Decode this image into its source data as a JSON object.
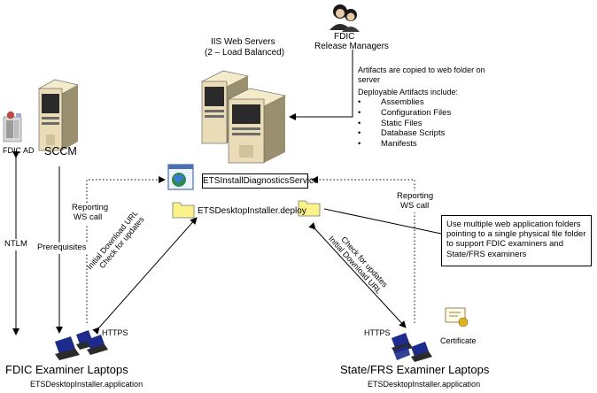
{
  "servers": {
    "iis_line1": "IIS Web Servers",
    "iis_line2": "(2 – Load Balanced)",
    "sccm": "SCCM",
    "fdic_ad": "FDIC AD"
  },
  "release_managers": {
    "line1": "FDIC",
    "line2": "Release Managers"
  },
  "artifacts": {
    "copied_line1": "Artifacts are copied to web folder on",
    "copied_line2": "server",
    "heading": "Deployable Artifacts include:",
    "items": [
      "Assemblies",
      "Configuration Files",
      "Static Files",
      "Database Scripts",
      "Manifests"
    ]
  },
  "service": {
    "name": "ETSInstallDiagnosticsService",
    "deploy_folder": "ETSDesktopInstaller.deploy"
  },
  "connections": {
    "reporting_left_1": "Reporting",
    "reporting_left_2": "WS call",
    "reporting_right_1": "Reporting",
    "reporting_right_2": "WS call",
    "ntlm": "NTLM",
    "prerequisites": "Prerequisites",
    "left_diag_1": "Initial Download URL",
    "left_diag_2": "Check for updates",
    "right_diag_1": "Check for updates",
    "right_diag_2": "Initial Download URL",
    "https_left": "HTTPS",
    "https_right": "HTTPS"
  },
  "callout": "Use multiple web application folders pointing to a single physical file folder to support FDIC examiners and State/FRS examiners",
  "clients": {
    "left_title": "FDIC Examiner Laptops",
    "left_app": "ETSDesktopInstaller.application",
    "right_title": "State/FRS Examiner Laptops",
    "right_app": "ETSDesktopInstaller.application",
    "certificate": "Certificate"
  },
  "colors": {
    "server_body": "#e9dcb6",
    "server_dark": "#2a2a2a",
    "folder": "#fbf28a",
    "laptop": "#1d2c8c"
  }
}
